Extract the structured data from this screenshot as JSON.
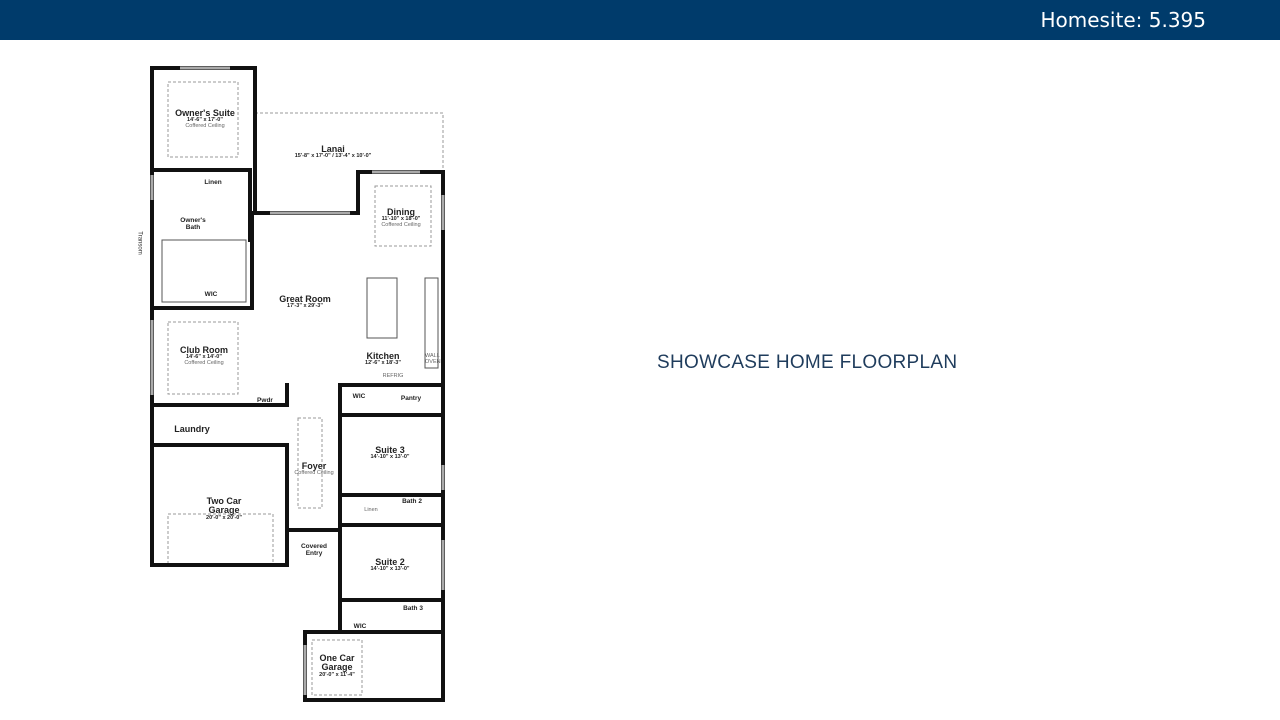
{
  "header": {
    "homesite": "Homesite: 5.395",
    "color": "#003b6b"
  },
  "slide_title": "SHOWCASE HOME FLOORPLAN",
  "rooms": {
    "owners_suite": {
      "name": "Owner's Suite",
      "dims": "14'-6\" x 17'-0\"",
      "ceiling": "Coffered Ceiling"
    },
    "lanai": {
      "name": "Lanai",
      "dims": "15'-8\" x 17'-0\" / 13'-4\" x 10'-0\""
    },
    "dining": {
      "name": "Dining",
      "dims": "11'-10\" x 18'-0\"",
      "ceiling": "Coffered Ceiling"
    },
    "linen1": {
      "name": "Linen"
    },
    "owners_bath": {
      "name": "Owner's Bath"
    },
    "wic1": {
      "name": "WIC"
    },
    "great_room": {
      "name": "Great Room",
      "dims": "17'-3\" x 29'-3\""
    },
    "club_room": {
      "name": "Club Room",
      "dims": "14'-6\" x 14'-0\"",
      "ceiling": "Coffered Ceiling"
    },
    "kitchen": {
      "name": "Kitchen",
      "dims": "12'-6\" x 18'-3\""
    },
    "wall_oven": {
      "name": "WALL OVEN"
    },
    "refrig": {
      "name": "REFRIG"
    },
    "pwdr": {
      "name": "Pwdr"
    },
    "laundry": {
      "name": "Laundry"
    },
    "wic2": {
      "name": "WIC"
    },
    "pantry": {
      "name": "Pantry"
    },
    "foyer": {
      "name": "Foyer",
      "ceiling": "Coffered Ceiling"
    },
    "suite3": {
      "name": "Suite 3",
      "dims": "14'-10\" x 13'-0\""
    },
    "two_car_garage": {
      "name": "Two Car Garage",
      "dims": "20'-0\" x 20'-0\""
    },
    "linen2": {
      "name": "Linen"
    },
    "bath2": {
      "name": "Bath 2"
    },
    "covered_entry": {
      "name": "Covered Entry"
    },
    "suite2": {
      "name": "Suite 2",
      "dims": "14'-10\" x 13'-0\""
    },
    "bath3": {
      "name": "Bath 3"
    },
    "wic3": {
      "name": "WIC"
    },
    "one_car_garage": {
      "name": "One Car Garage",
      "dims": "20'-0\" x 11'-4\""
    }
  },
  "transom_label": "Transom"
}
